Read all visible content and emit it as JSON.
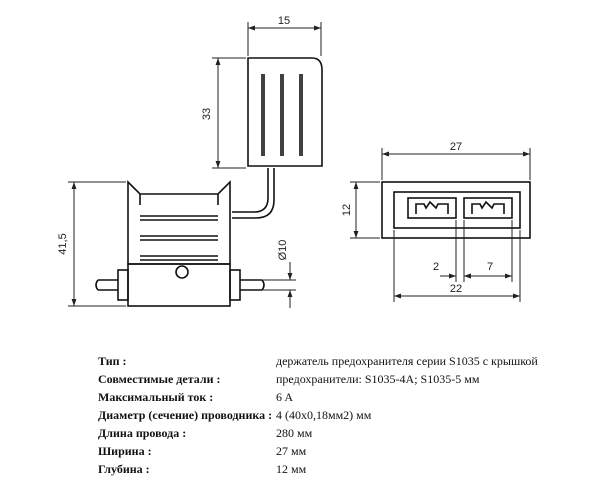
{
  "dimensions": {
    "cover_width": "15",
    "cover_height": "33",
    "holder_height": "41,5",
    "wire_diameter": "Ø10",
    "front_width": "27",
    "front_height": "12",
    "slot_gap": "2",
    "slot_width": "7",
    "inner_width": "22"
  },
  "specs": [
    {
      "label": "Тип :",
      "value": "держатель предохранителя серии S1035 с крышкой"
    },
    {
      "label": "Совместимые детали :",
      "value": "предохранители: S1035-4A; S1035-5 мм"
    },
    {
      "label": "Максимальный ток :",
      "value": "6 A"
    },
    {
      "label": "Диаметр (сечение) проводника :",
      "value": "4 (40х0,18мм2) мм"
    },
    {
      "label": "Длина провода :",
      "value": "280 мм"
    },
    {
      "label": "Ширина :",
      "value": "27 мм"
    },
    {
      "label": "Глубина :",
      "value": "12 мм"
    }
  ]
}
